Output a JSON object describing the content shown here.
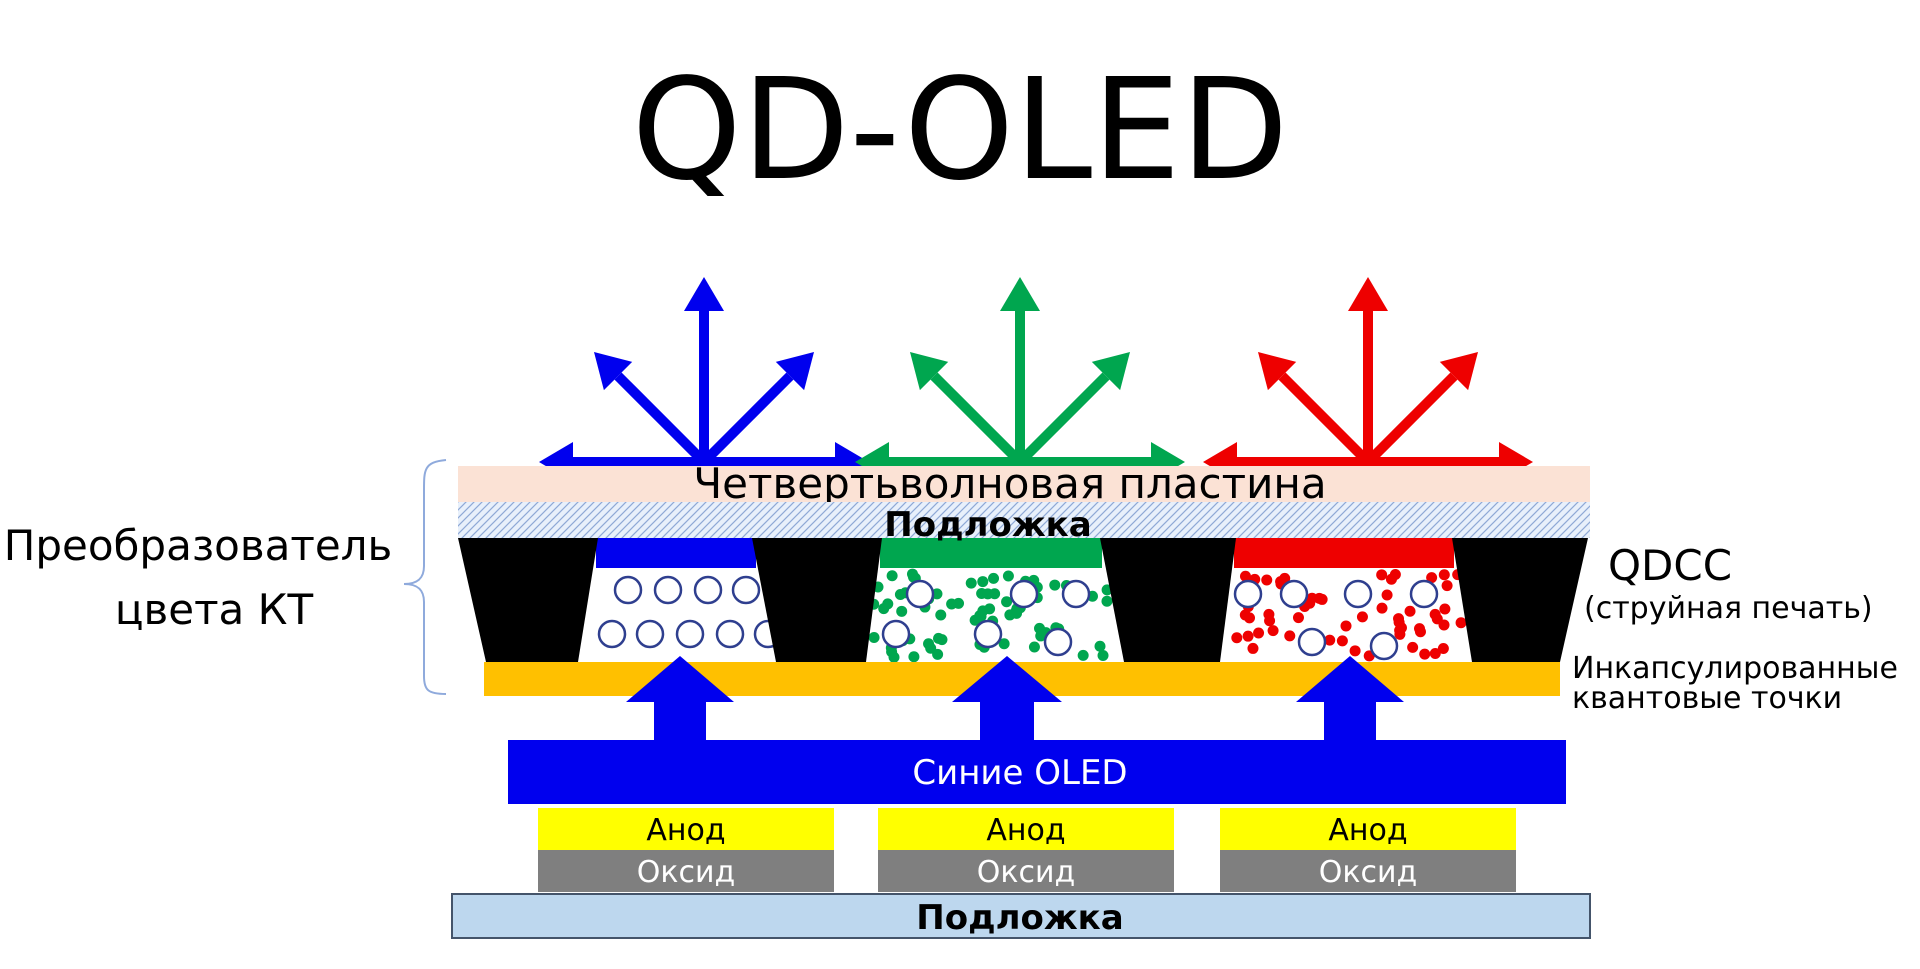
{
  "title": "QD-OLED",
  "labels": {
    "quarter_wave_plate": "Четвертьволновая пластина",
    "top_substrate": "Подложка",
    "converter_line1": "Преобразователь",
    "converter_line2": "цвета КТ",
    "qdcc": "QDCC",
    "qdcc_sub": "(струйная печать)",
    "encapsulated_line1": "Инкапсулированные",
    "encapsulated_line2": "квантовые точки",
    "blue_oled": "Синие OLED",
    "anodes": [
      "Анод",
      "Анод",
      "Анод"
    ],
    "oxides": [
      "Оксид",
      "Оксид",
      "Оксид"
    ],
    "bottom_substrate": "Подложка"
  },
  "colors": {
    "blue": "#0000ee",
    "green": "#00a64f",
    "red": "#ee0000",
    "quarter_wave_plate": "#fbe2d5",
    "encapsulation": "#ffc000",
    "anode": "#ffff00",
    "oxide": "#7f7f7f",
    "bottom_substrate": "#bdd7ee",
    "black_matrix": "#000000"
  },
  "subpixels": [
    {
      "color": "blue",
      "emission_arrows": "blue"
    },
    {
      "color": "green",
      "emission_arrows": "green"
    },
    {
      "color": "red",
      "emission_arrows": "red"
    }
  ]
}
